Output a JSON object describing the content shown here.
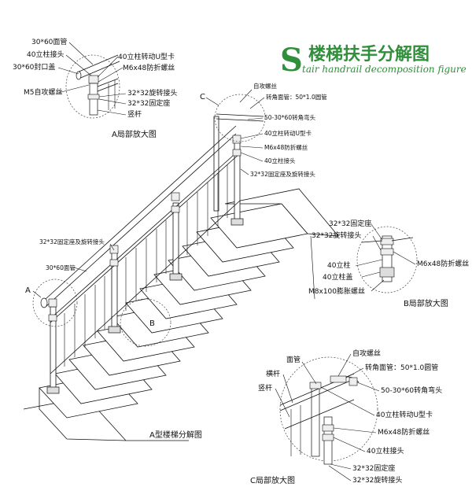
{
  "title": {
    "letter": "S",
    "cn": "楼梯扶手分解图",
    "en": "tair handrail decomposition figure"
  },
  "colors": {
    "accent": "#2f8f3a",
    "line": "#111111"
  },
  "detail_a": {
    "caption": "A局部放大图",
    "labels": {
      "face_tube": "30*60面管",
      "post_head": "40立柱接头",
      "end_cap": "30*60封口盖",
      "self_tap": "M5自攻螺丝",
      "u_clip": "40立柱转动U型卡",
      "anti_bolt": "M6x48防折螺丝",
      "rot_joint": "32*32旋转接头",
      "fixed_seat": "32*32固定座",
      "vertical_bar": "竖杆"
    }
  },
  "main": {
    "caption": "A型楼梯分解图",
    "marker_a": "A",
    "marker_b": "B",
    "marker_c": "C",
    "labels": {
      "self_tap": "自攻螺丝",
      "corner_tube": "转角面管：50*1.0圆管",
      "elbow": "50-30*60转角弯头",
      "u_clip": "40立柱转动U型卡",
      "anti_bolt": "M6x48防折螺丝",
      "post_head": "40立柱接头",
      "fixed_rot": "32*32固定座及旋转接头",
      "fixed_rot_left": "32*32固定座及旋转接头",
      "face_tube": "30*60面管"
    }
  },
  "detail_b": {
    "caption": "B局部放大图",
    "labels": {
      "fixed_seat": "32*32固定座",
      "rot_joint": "32*32旋转接头",
      "post": "40立柱",
      "post_cap": "40立柱盖",
      "anti_bolt": "M6x48防折螺丝",
      "expansion": "M8x100膨胀螺丝"
    }
  },
  "detail_c": {
    "caption": "C局部放大图",
    "labels": {
      "face_tube": "面管",
      "cross_bar": "横杆",
      "vertical_bar": "竖杆",
      "self_tap": "自攻螺丝",
      "corner_tube": "转角面管：50*1.0圆管",
      "elbow": "50-30*60转角弯头",
      "u_clip": "40立柱转动U型卡",
      "anti_bolt": "M6x48防折螺丝",
      "post_head": "40立柱接头",
      "fixed_seat": "32*32固定座",
      "rot_joint": "32*32旋转接头"
    }
  }
}
